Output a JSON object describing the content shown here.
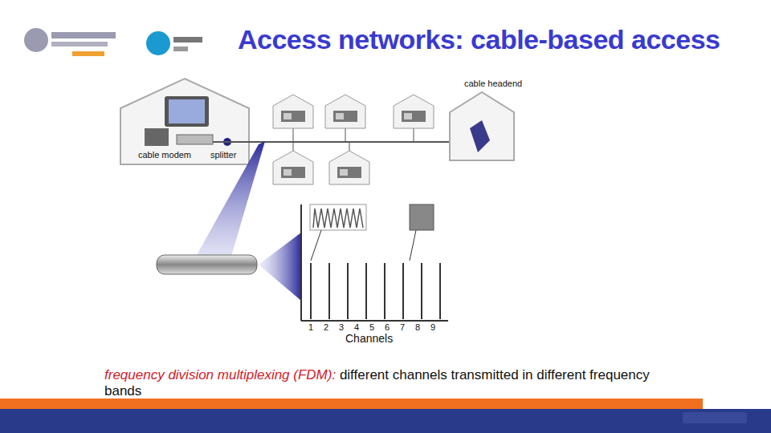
{
  "diagram": {
    "title": "Access networks: cable-based access",
    "labels": [
      "cable headend",
      "cable modem",
      "splitter",
      "1",
      "2",
      "3",
      "4",
      "5",
      "6",
      "7",
      "8",
      "9",
      "Channels",
      "frequency division multiplexing (FDM):",
      "different channels transmitted in different frequency bands"
    ]
  }
}
